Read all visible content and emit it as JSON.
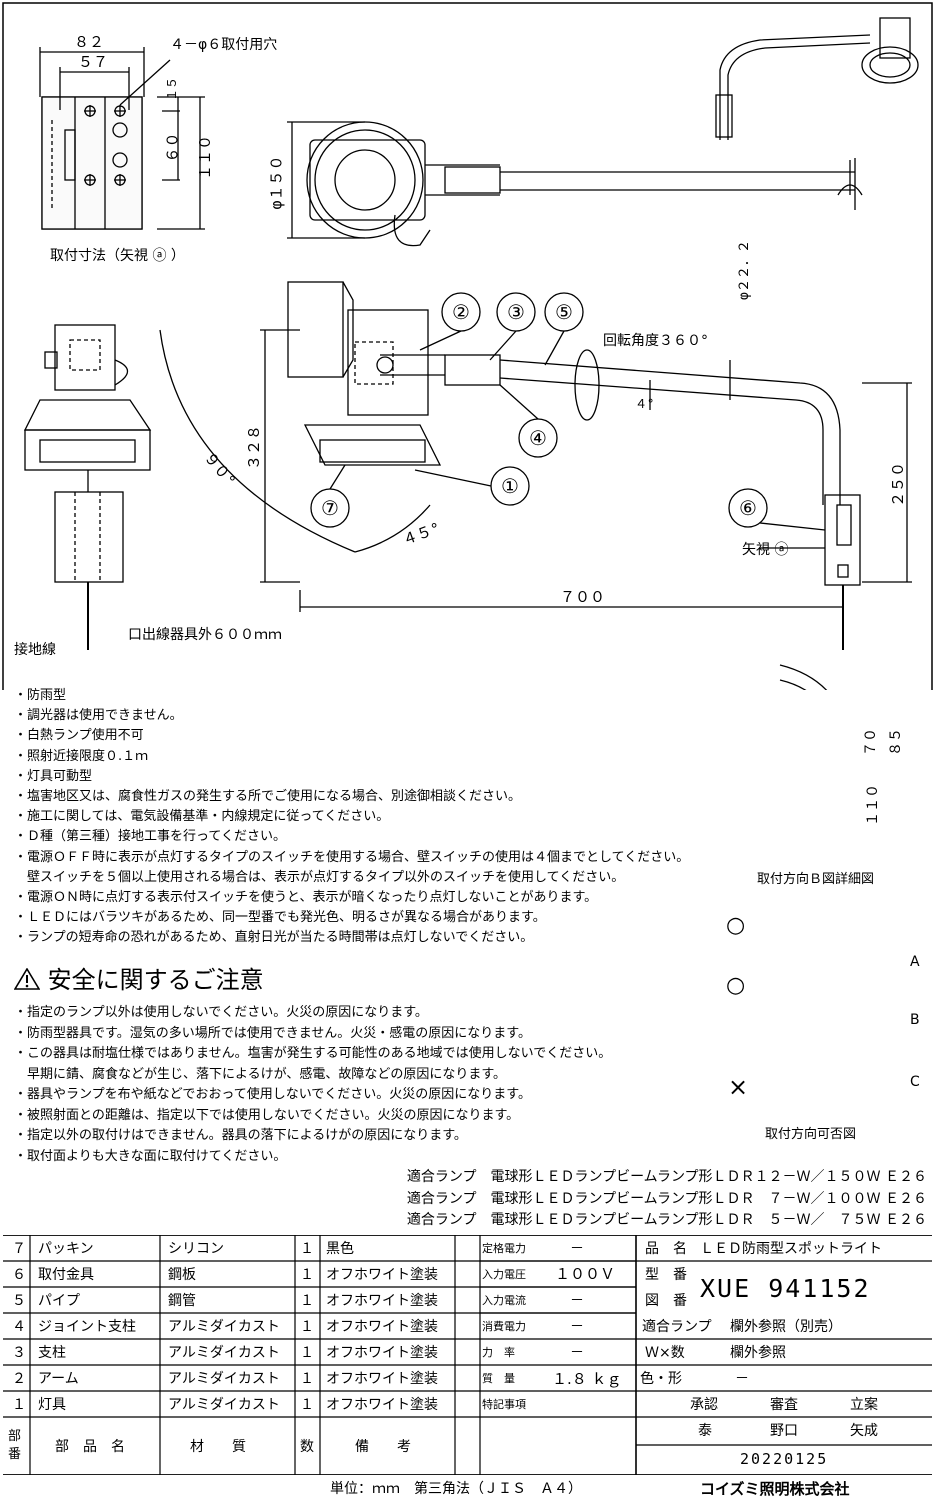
{
  "dims": {
    "w82": "８２",
    "w57": "５７",
    "holes": "４－φ６取付用穴",
    "h15": "１５",
    "h60": "６０",
    "h110": "１１０",
    "phi150": "φ１５０",
    "mount_label": "取付寸法（矢視 ⓐ ）",
    "phi22": "φ２２．２",
    "rot": "回転角度３６０°",
    "a4": "４°",
    "r328": "３２８",
    "a90": "９０°",
    "a45": "４５°",
    "h250": "２５０",
    "w700": "７００",
    "view_a": "矢視 ⓐ",
    "cable": "口出線器具外６００ｍｍ",
    "ground": "接地線",
    "b70": "７０",
    "b85": "８５",
    "b110": "１１０",
    "detail_b": "取付方向Ｂ図詳細図",
    "dir_label": "取付方向可否図",
    "dir_a": "A",
    "dir_b": "B",
    "dir_c": "C",
    "ok1": "○",
    "ok2": "○",
    "ng": "×"
  },
  "callouts": [
    "①",
    "②",
    "③",
    "④",
    "⑤",
    "⑥",
    "⑦"
  ],
  "notes": [
    "・防雨型",
    "・調光器は使用できません。",
    "・白熱ランプ使用不可",
    "・照射近接限度０.１ｍ",
    "・灯具可動型",
    "・塩害地区又は、腐食性ガスの発生する所でご使用になる場合、別途御相談ください。",
    "・施工に関しては、電気設備基準・内線規定に従ってください。",
    "・Ｄ種（第三種）接地工事を行ってください。",
    "・電源ＯＦＦ時に表示が点灯するタイプのスイッチを使用する場合、壁スイッチの使用は４個までとしてください。",
    "　壁スイッチを５個以上使用される場合は、表示が点灯するタイプ以外のスイッチを使用してください。",
    "・電源ＯＮ時に点灯する表示付スイッチを使うと、表示が暗くなったり点灯しないことがあります。",
    "・ＬＥＤにはバラツキがあるため、同一型番でも発光色、明るさが異なる場合があります。",
    "・ランプの短寿命の恐れがあるため、直射日光が当たる時間帯は点灯しないでください。"
  ],
  "safety_title": "安全に関するご注意",
  "safety": [
    "・指定のランプ以外は使用しないでください。火災の原因になります。",
    "・防雨型器具です。湿気の多い場所では使用できません。火災・感電の原因になります。",
    "・この器具は耐塩仕様ではありません。塩害が発生する可能性のある地域では使用しないでください。",
    "　早期に錆、腐食などが生じ、落下によるけが、感電、故障などの原因になります。",
    "・器具やランプを布や紙などでおおって使用しないでください。火災の原因になります。",
    "・被照射面との距離は、指定以下では使用しないでください。火災の原因になります。",
    "・指定以外の取付けはできません。器具の落下によるけがの原因になります。",
    "・取付面よりも大きな面に取付けてください。"
  ],
  "lamps": [
    "適合ランプ　電球形ＬＥＤランプビームランプ形ＬＤＲ１２－Ｗ／１５０Ｗ Ｅ２６",
    "適合ランプ　電球形ＬＥＤランプビームランプ形ＬＤＲ　７－Ｗ／１００Ｗ Ｅ２６",
    "適合ランプ　電球形ＬＥＤランプビームランプ形ＬＤＲ　５－Ｗ／　７５Ｗ Ｅ２６"
  ],
  "parts": [
    {
      "no": "７",
      "name": "パッキン",
      "material": "シリコン",
      "qty": "１",
      "note": "黒色"
    },
    {
      "no": "６",
      "name": "取付金具",
      "material": "鋼板",
      "qty": "１",
      "note": "オフホワイト塗装"
    },
    {
      "no": "５",
      "name": "パイプ",
      "material": "鋼管",
      "qty": "１",
      "note": "オフホワイト塗装"
    },
    {
      "no": "４",
      "name": "ジョイント支柱",
      "material": "アルミダイカスト",
      "qty": "１",
      "note": "オフホワイト塗装"
    },
    {
      "no": "３",
      "name": "支柱",
      "material": "アルミダイカスト",
      "qty": "１",
      "note": "オフホワイト塗装"
    },
    {
      "no": "２",
      "name": "アーム",
      "material": "アルミダイカスト",
      "qty": "１",
      "note": "オフホワイト塗装"
    },
    {
      "no": "１",
      "name": "灯具",
      "material": "アルミダイカスト",
      "qty": "１",
      "note": "オフホワイト塗装"
    }
  ],
  "header_row": {
    "no": "部番",
    "name": "部　品　名",
    "material": "材　　質",
    "qty": "数",
    "note": "備　　考"
  },
  "elec": [
    {
      "label": "定格電力",
      "value": "－"
    },
    {
      "label": "入力電圧",
      "value": "１００Ｖ"
    },
    {
      "label": "入力電流",
      "value": "－"
    },
    {
      "label": "消費電力",
      "value": "－"
    },
    {
      "label": "力　率",
      "value": "－"
    },
    {
      "label": "質　量",
      "value": "１.８ ｋｇ"
    },
    {
      "label": "特記事項",
      "value": ""
    }
  ],
  "product": {
    "name_label": "品　名",
    "name": "ＬＥＤ防雨型スポットライト",
    "type_label": "型　番",
    "drawing_label": "図　番",
    "model": "XUE 941152",
    "lamp_label": "適合ランプ",
    "lamp_value": "欄外参照（別売）",
    "w_label": "Ｗ×数",
    "w_value": "欄外参照",
    "color_label": "色・形",
    "color_value": "－"
  },
  "approval": {
    "h1": "承認",
    "h2": "審査",
    "h3": "立案",
    "n1": "泰",
    "n2": "野口",
    "n3": "矢成",
    "date": "20220125"
  },
  "footer": {
    "units": "単位：ｍｍ　第三角法（ＪＩＳ　Ａ４）",
    "company": "コイズミ照明株式会社"
  }
}
